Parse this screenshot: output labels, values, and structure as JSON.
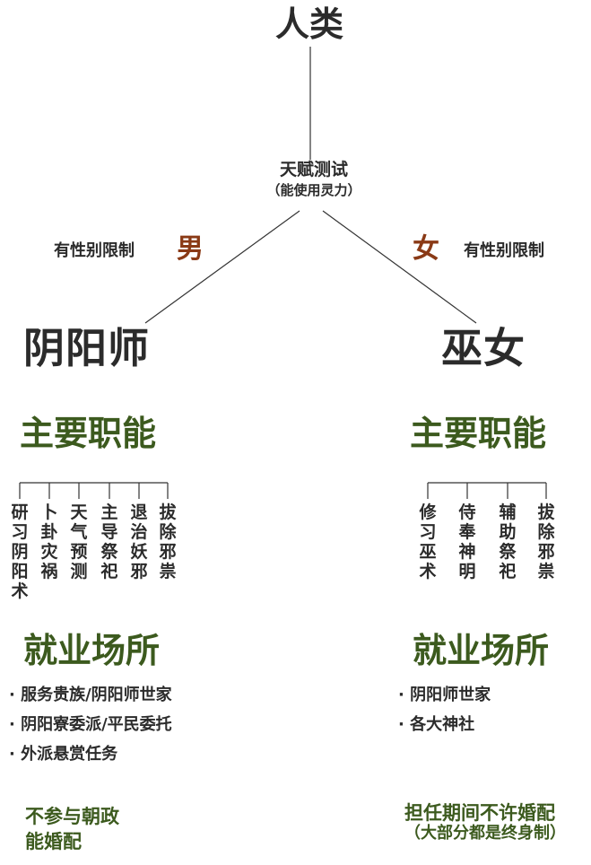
{
  "root": {
    "title": "人类"
  },
  "test": {
    "label": "天赋测试",
    "note": "（能使用灵力）"
  },
  "male": {
    "restriction": "有性别限制",
    "gender": "男",
    "role": "阴阳师",
    "duties_heading": "主要职能",
    "duties": [
      "研习阴阳术",
      "卜卦灾祸",
      "天气预测",
      "主导祭祀",
      "退治妖邪",
      "拔除邪祟"
    ],
    "work_heading": "就业场所",
    "workplaces": [
      "· 服务贵族/阴阳师世家",
      "· 阴阳寮委派/平民委托",
      "· 外派悬赏任务"
    ],
    "note_line1": "不参与朝政",
    "note_line2": "能婚配"
  },
  "female": {
    "restriction": "有性别限制",
    "gender": "女",
    "role": "巫女",
    "duties_heading": "主要职能",
    "duties": [
      "修习巫术",
      "侍奉神明",
      "辅助祭祀",
      "拔除邪祟"
    ],
    "work_heading": "就业场所",
    "workplaces": [
      "· 阴阳师世家",
      "· 各大神社"
    ],
    "note_line1": "担任期间不许婚配",
    "note_line2": "（大部分都是终身制）"
  },
  "colors": {
    "text": "#2b2b2b",
    "heading_green": "#3c5a1e",
    "gender_brown": "#8a3a16",
    "line": "#333333"
  }
}
